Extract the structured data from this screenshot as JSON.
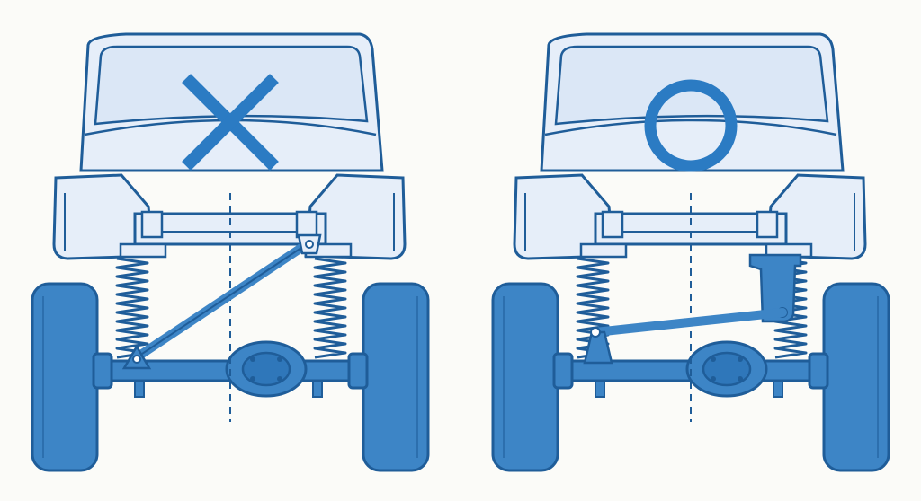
{
  "colors": {
    "background": "#fbfbf8",
    "outline": "#1f5d99",
    "body_fill": "#e6eef9",
    "glass_fill": "#dbe7f6",
    "component_fill": "#3d85c6",
    "component_dark": "#1f5d99",
    "spring_stroke": "#1f5d99",
    "mark_color": "#2b7bc3"
  },
  "panels": [
    {
      "id": "incorrect",
      "mark": "x-mark",
      "bar_type": "diagonal-track-bar"
    },
    {
      "id": "correct",
      "mark": "circle-mark",
      "bar_type": "level-track-bar-with-drop-bracket"
    }
  ],
  "icons": {
    "x_mark": "cross-icon",
    "o_mark": "circle-icon"
  }
}
